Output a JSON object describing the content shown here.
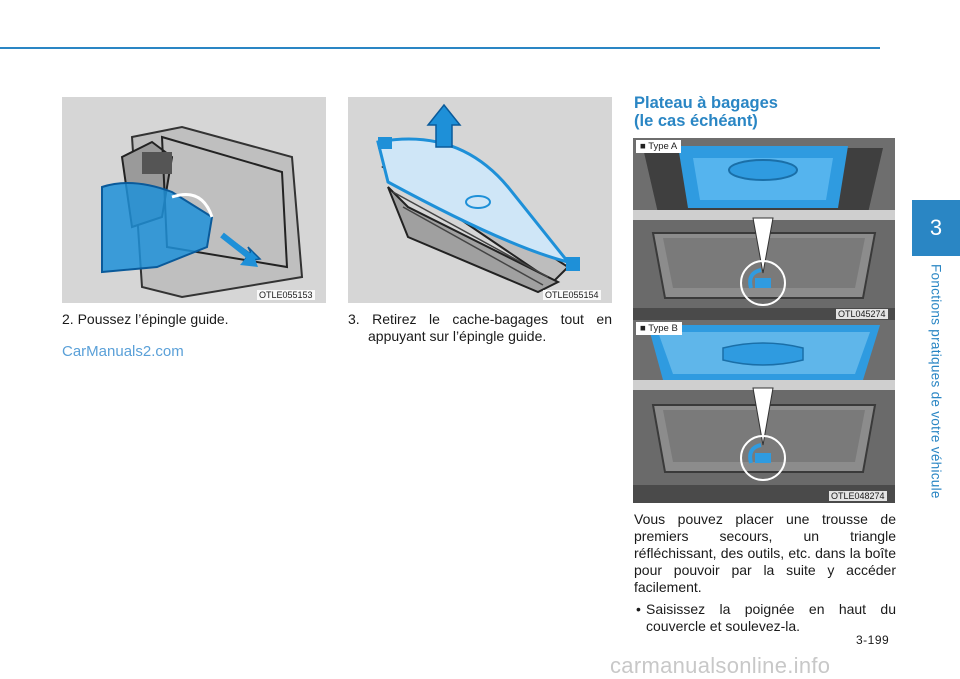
{
  "side": {
    "chapter_number": "3",
    "chapter_title": "Fonctions pratiques de votre véhicule"
  },
  "figures": {
    "fig1_code": "OTLE055153",
    "fig2_code": "OTLE055154",
    "fig3_type": "■ Type A",
    "fig3_code": "OTL045274",
    "fig4_type": "■ Type B",
    "fig4_code": "OTLE048274"
  },
  "captions": {
    "step2": "2. Poussez l’épingle guide.",
    "step3_line1": "3. Retirez le cache-bagages tout en",
    "step3_line2": "appuyant sur l’épingle guide."
  },
  "watermark": "CarManuals2.com",
  "section": {
    "title_line1": "Plateau à bagages",
    "title_line2": "(le cas échéant)",
    "paragraph": "Vous pouvez placer une trousse de premiers secours, un triangle réfléchissant, des outils, etc. dans la boîte pour pouvoir par la suite y accéder facilement.",
    "bullet_symbol": "•",
    "bullet": "Saisissez la poignée en haut du couvercle et soulevez-la."
  },
  "page_number": "3-199",
  "footer_watermark": "carmanualsonline.info",
  "colors": {
    "accent": "#2a86c4",
    "highlight": "#1e90d8"
  }
}
